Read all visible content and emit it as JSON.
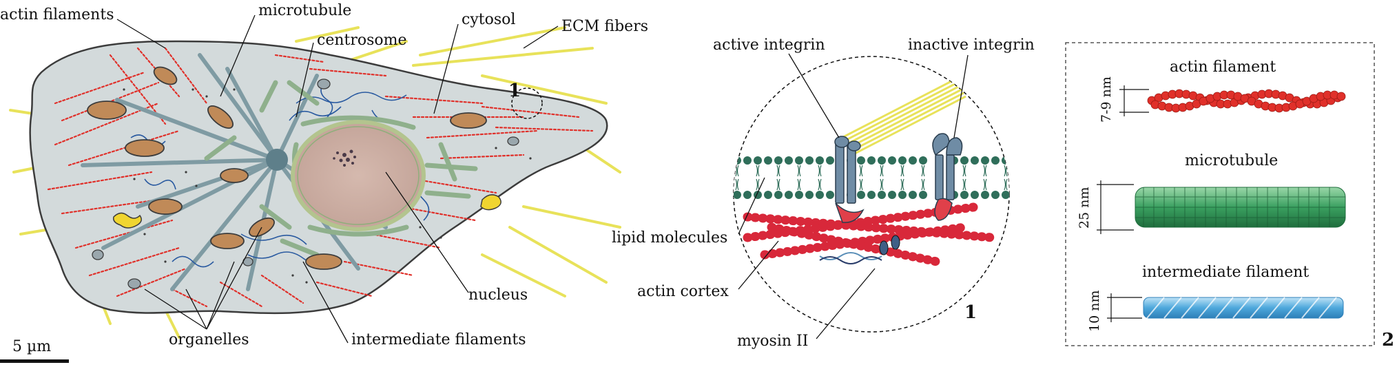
{
  "cell_panel": {
    "labels": {
      "actin_filaments": "actin filaments",
      "microtubule": "microtubule",
      "centrosome": "centrosome",
      "cytosol": "cytosol",
      "ecm_fibers": "ECM fibers",
      "nucleus": "nucleus",
      "organelles": "organelles",
      "intermediate_filaments": "intermediate filaments",
      "callout_number": "1"
    },
    "scale_bar": "5 µm"
  },
  "membrane_panel": {
    "labels": {
      "active_integrin": "active integrin",
      "inactive_integrin": "inactive integrin",
      "lipid_molecules": "lipid molecules",
      "actin_cortex": "actin cortex",
      "myosin_ii": "myosin II"
    },
    "panel_number": "1"
  },
  "filament_panel": {
    "items": [
      {
        "title": "actin filament",
        "dimension": "7-9 nm"
      },
      {
        "title": "microtubule",
        "dimension": "25 nm"
      },
      {
        "title": "intermediate filament",
        "dimension": "10 nm"
      }
    ],
    "panel_number": "2"
  },
  "colors": {
    "cytoplasm": "#d3dadb",
    "cell_outline": "#3c3c3c",
    "actin": "#e0302a",
    "microtubule": "#5e7f8a",
    "intermediate_filament": "#2a5aa0",
    "nucleus": "#c9aea3",
    "er": "#8fb08c",
    "ecm": "#e8e25a",
    "mitochondria": "#c08a58",
    "lipid": "#2f6e5a",
    "integrin": "#6f8ca5",
    "microtubule_green": "#3aa060",
    "if_blue": "#4ea8dc"
  },
  "icons": [
    "cell-diagram",
    "membrane-zoom",
    "filament-comparison"
  ]
}
